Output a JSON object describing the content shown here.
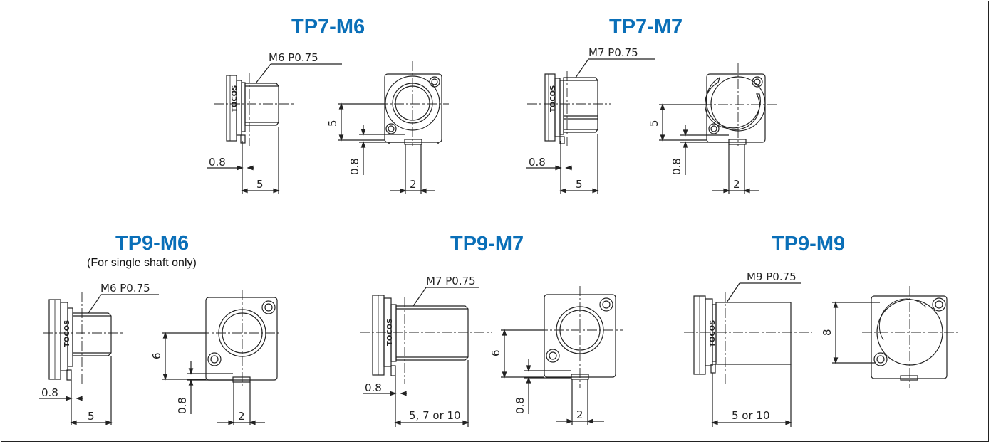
{
  "models": [
    {
      "title": "TP7-M6",
      "subtitle": "",
      "thread": "M6 P0.75",
      "offset": "0.8",
      "length": "5",
      "height": "5",
      "offset_v": "0.8",
      "width": "2",
      "brand": "TOCOS"
    },
    {
      "title": "TP7-M7",
      "subtitle": "",
      "thread": "M7 P0.75",
      "offset": "0.8",
      "length": "5",
      "height": "5",
      "offset_v": "0.8",
      "width": "2",
      "brand": "TOCOS"
    },
    {
      "title": "TP9-M6",
      "subtitle": "(For single shaft only)",
      "thread": "M6 P0.75",
      "offset": "0.8",
      "length": "5",
      "height": "6",
      "offset_v": "0.8",
      "width": "2",
      "brand": "TOCOS"
    },
    {
      "title": "TP9-M7",
      "subtitle": "",
      "thread": "M7 P0.75",
      "offset": "0.8",
      "length": "5, 7 or 10",
      "height": "6",
      "offset_v": "0.8",
      "width": "2",
      "brand": "TOCOS"
    },
    {
      "title": "TP9-M9",
      "subtitle": "",
      "thread": "M9 P0.75",
      "offset": "",
      "length": "5 or 10",
      "height": "8",
      "offset_v": "",
      "width": "",
      "brand": "TOCOS"
    }
  ]
}
